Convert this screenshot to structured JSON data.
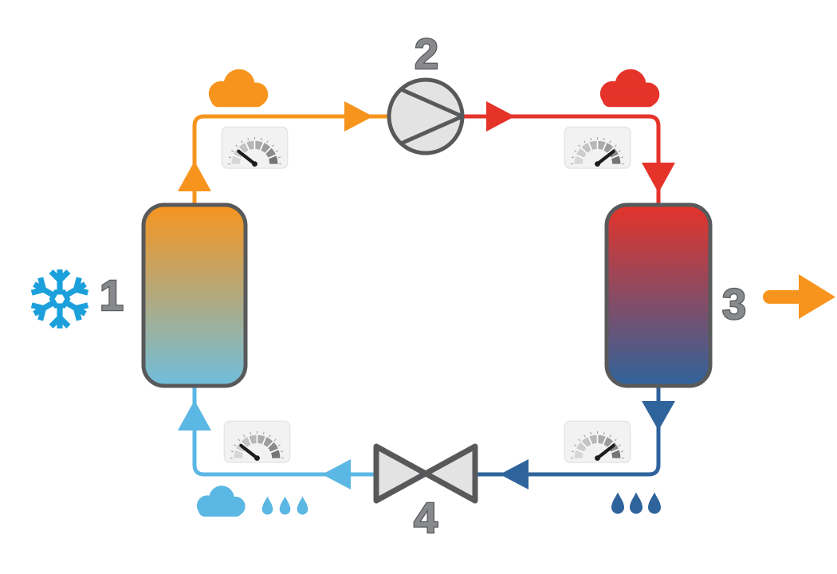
{
  "diagram": {
    "kind": "refrigeration-cycle",
    "labels": {
      "evaporator": "1",
      "compressor": "2",
      "condenser": "3",
      "expansion_valve": "4"
    },
    "colors": {
      "orange": "#F7941E",
      "red": "#E5332A",
      "light_blue": "#5BB7E3",
      "dark_blue": "#2F639B",
      "snowflake_blue": "#1BA0DB",
      "outline": "#58595B",
      "label_fill": "#87898C",
      "component_fill": "#E3E3E4"
    },
    "icons": {
      "left_of_evaporator": "snowflake-icon",
      "top_left": "orange-cloud-icon",
      "top_right": "red-cloud-icon",
      "bottom_left": "blue-cloud-and-droplets-icon",
      "bottom_right": "dark-blue-droplets-icon",
      "right_of_condenser": "orange-output-arrow-icon"
    },
    "gauges": [
      {
        "id": "gauge-after-evaporator",
        "position": "top-left",
        "needle": "left-low"
      },
      {
        "id": "gauge-after-compressor",
        "position": "top-right",
        "needle": "right-high"
      },
      {
        "id": "gauge-after-valve",
        "position": "bottom-left",
        "needle": "left-low"
      },
      {
        "id": "gauge-before-valve",
        "position": "bottom-right",
        "needle": "right-high"
      }
    ]
  }
}
